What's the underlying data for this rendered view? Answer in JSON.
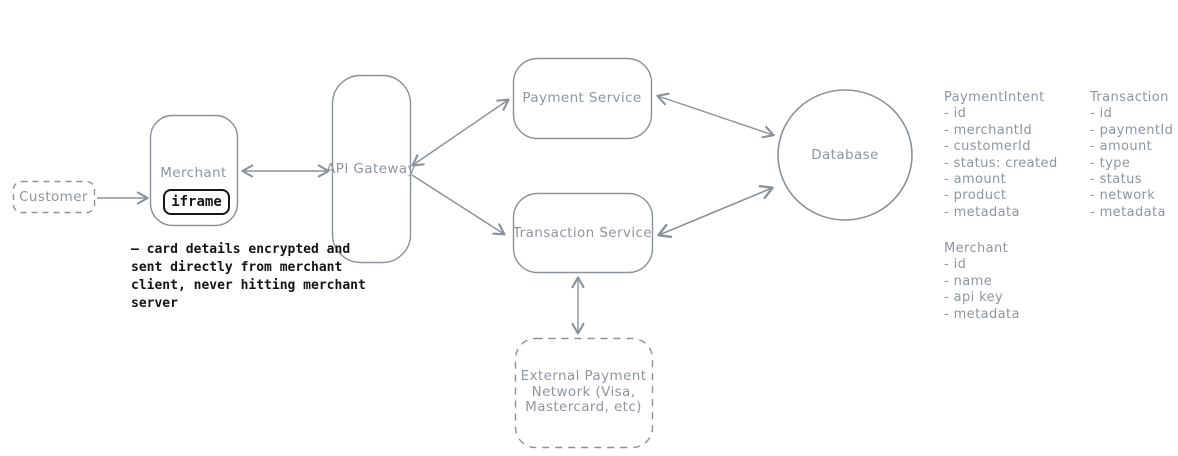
{
  "nodes": {
    "customer": {
      "label": "Customer"
    },
    "merchant": {
      "label": "Merchant"
    },
    "iframe": {
      "label": "iframe"
    },
    "api_gateway": {
      "label": "API Gateway"
    },
    "payment_service": {
      "label": "Payment Service"
    },
    "transaction_service": {
      "label": "Transaction Service"
    },
    "database": {
      "label": "Database"
    },
    "external_payment_network": {
      "label": "External Payment\nNetwork (Visa,\nMastercard, etc)"
    }
  },
  "note": {
    "text": "– card details encrypted and\nsent directly from merchant\nclient, never hitting merchant\nserver"
  },
  "schemas": [
    {
      "title": "PaymentIntent",
      "items": [
        "- id",
        "- merchantId",
        "- customerId",
        "- status: created",
        "- amount",
        "- product",
        "- metadata"
      ]
    },
    {
      "title": "Transaction",
      "items": [
        "- id",
        "- paymentId",
        "- amount",
        "- type",
        "- status",
        "- network",
        "- metadata"
      ]
    },
    {
      "title": "Merchant",
      "items": [
        "- id",
        "- name",
        "- api key",
        "- metadata"
      ]
    }
  ],
  "colors": {
    "stroke": "#8a919b",
    "label_text": "#8e95a2",
    "ink": "#161616"
  }
}
